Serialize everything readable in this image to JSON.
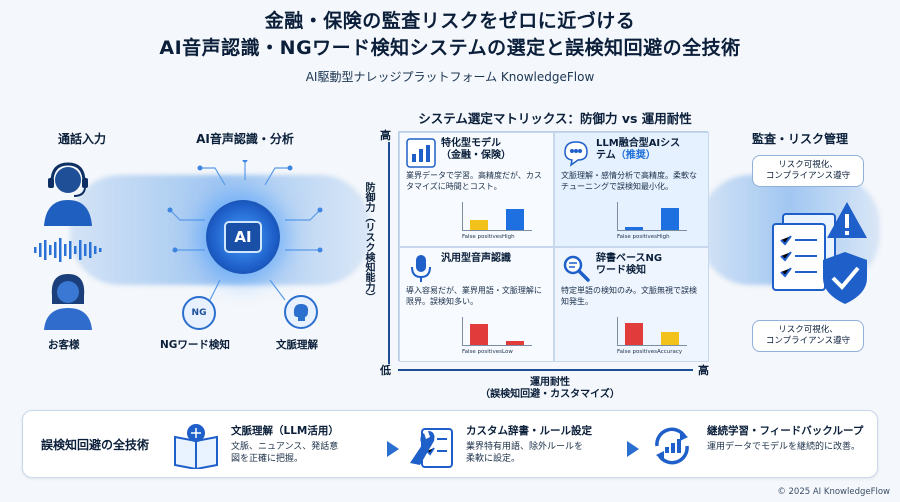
{
  "title": {
    "line1": "金融・保険の監査リスクをゼロに近づける",
    "line2": "AI音声認識・NGワード検知システムの選定と誤検知回避の全技術",
    "subtitle": "AI駆動型ナレッジプラットフォーム KnowledgeFlow"
  },
  "left": {
    "header": "通話入力",
    "customer_label": "お客様"
  },
  "middle": {
    "header": "AI音声認識・分析",
    "ai_chip": "AI",
    "ng_badge": "NG",
    "ng_label": "NGワード検知",
    "context_label": "文脈理解"
  },
  "matrix": {
    "title": "システム選定マトリックス：防御力 vs 運用耐性",
    "y_high": "高",
    "y_low": "低",
    "x_high": "高",
    "y_axis_label": "防御力（リスク検知能力）",
    "x_axis_label_1": "運用耐性",
    "x_axis_label_2": "（誤検知回避・カスタマイズ）",
    "quadrants": {
      "tl": {
        "title_1": "特化型モデル",
        "title_2": "（金融・保険）",
        "desc": "業界データで学習。高精度だが、カスタマイズに時間とコスト。",
        "chart": {
          "labels": [
            "False positives",
            "High"
          ],
          "values": [
            0.35,
            0.75
          ]
        }
      },
      "tr": {
        "title_1": "LLM融合型AIシス",
        "title_2": "テム",
        "recommend": "（推奨）",
        "desc": "文脈理解・感情分析で高精度。柔軟なチューニングで誤検知最小化。",
        "chart": {
          "labels": [
            "False positives",
            "High"
          ],
          "values": [
            0.1,
            0.8
          ]
        }
      },
      "bl": {
        "title_1": "汎用型音声認識",
        "desc": "導入容易だが、業界用語・文脈理解に限界。誤検知多い。",
        "chart": {
          "labels": [
            "False positives",
            "Low"
          ],
          "values": [
            0.75,
            0.15
          ]
        }
      },
      "br": {
        "title_1": "辞書ベースNG",
        "title_2": "ワード検知",
        "desc": "特定単語の検知のみ。文脈無視で誤検知発生。",
        "chart": {
          "labels": [
            "False positives",
            "Accuracy"
          ],
          "values": [
            0.8,
            0.45
          ]
        }
      }
    }
  },
  "right": {
    "header": "監査・リスク管理",
    "callout_1_a": "リスク可視化、",
    "callout_1_b": "コンプライアンス遵守",
    "callout_2_a": "リスク可視化、",
    "callout_2_b": "コンプライアンス遵守"
  },
  "bottom": {
    "title": "誤検知回避の全技術",
    "tech1": {
      "title": "文脈理解（LLM活用）",
      "desc_1": "文脈、ニュアンス、発話意",
      "desc_2": "図を正確に把握。"
    },
    "tech2": {
      "title": "カスタム辞書・ルール設定",
      "desc_1": "業界特有用語、除外ルールを",
      "desc_2": "柔軟に設定。"
    },
    "tech3": {
      "title": "継続学習・フィードバックループ",
      "desc_1": "運用データでモデルを継続的に改善。"
    }
  },
  "footer": "© 2025 AI KnowledgeFlow",
  "colors": {
    "accent": "#1e6fd8",
    "navy": "#0b1f3a",
    "bar_blue": "#1e6fe0",
    "bar_yellow": "#f2c21b",
    "bar_red": "#e23b3b"
  }
}
